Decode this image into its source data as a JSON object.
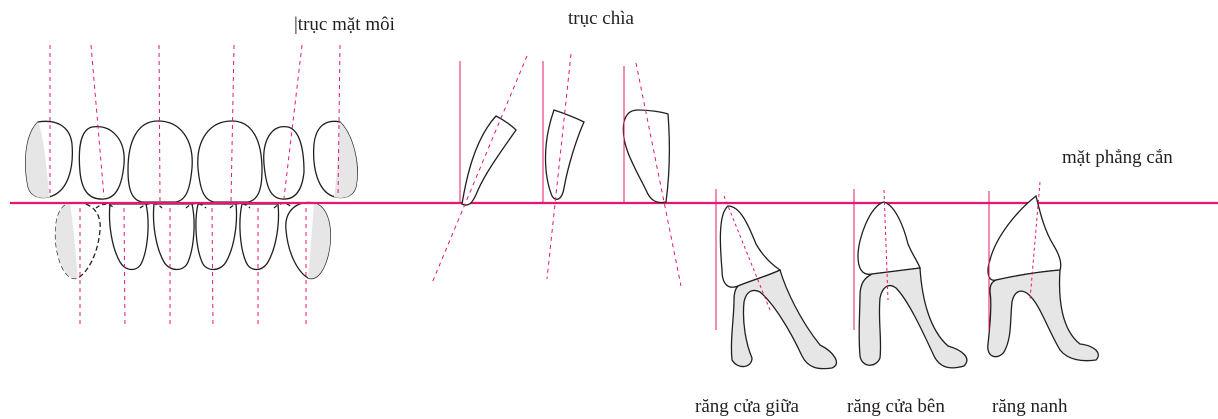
{
  "labels": {
    "facial_axis": "|trục mặt môi",
    "key_axis": "trục chìa",
    "occlusal_plane": "mặt phẳng cắn",
    "central_incisor": "răng cửa giữa",
    "lateral_incisor": "răng cửa bên",
    "canine": "răng nanh"
  },
  "colors": {
    "accent": "#e5176e",
    "outline": "#231f20",
    "shade": "#e6e6e6",
    "text": "#231f20"
  }
}
